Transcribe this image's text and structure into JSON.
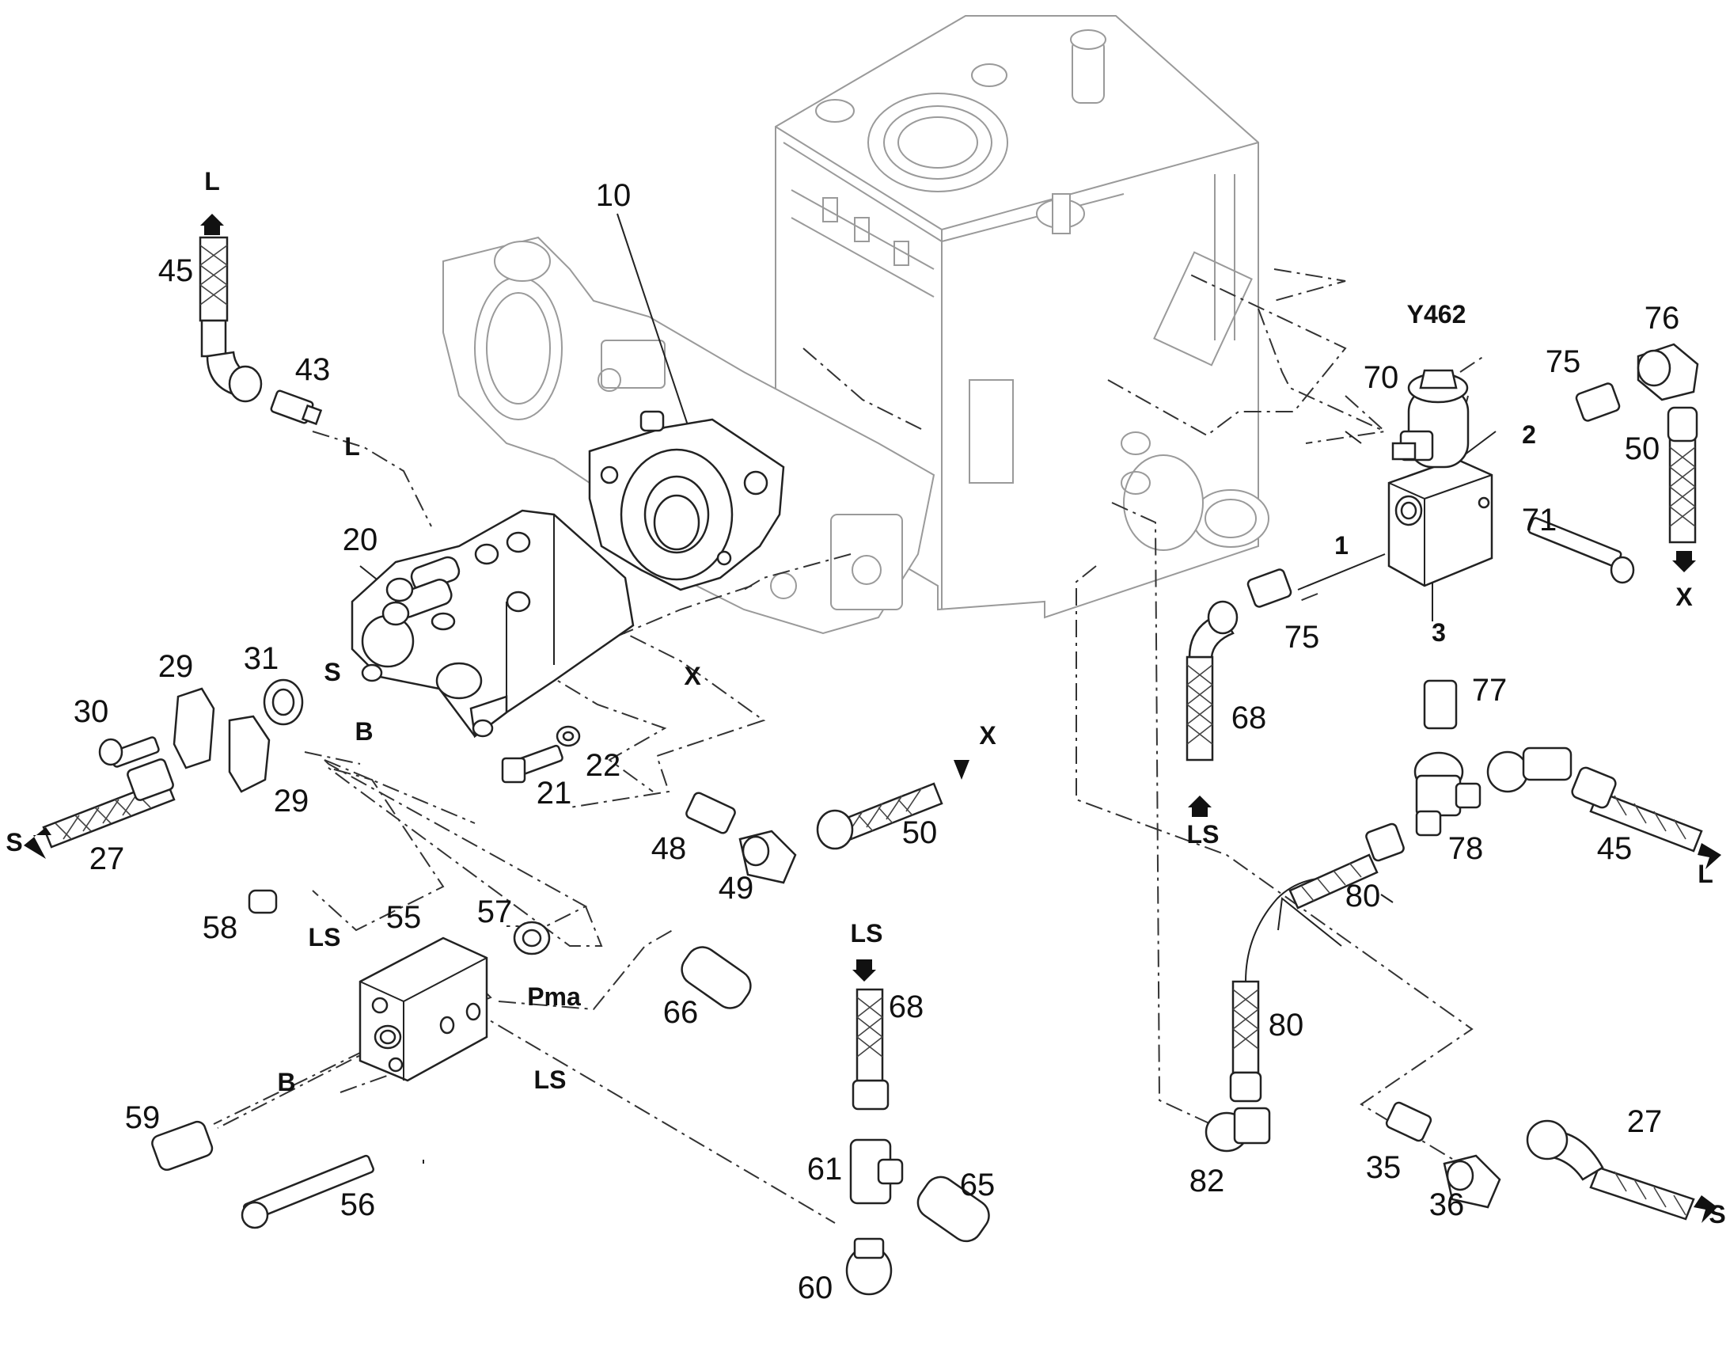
{
  "diagram": {
    "component_ref": "Y462",
    "part_numbers": {
      "p10": "10",
      "p20": "20",
      "p21": "21",
      "p22": "22",
      "p27a": "27",
      "p27b": "27",
      "p29a": "29",
      "p29b": "29",
      "p30": "30",
      "p31": "31",
      "p35": "35",
      "p36": "36",
      "p43": "43",
      "p45a": "45",
      "p45b": "45",
      "p48": "48",
      "p49": "49",
      "p50a": "50",
      "p50b": "50",
      "p55": "55",
      "p56": "56",
      "p57": "57",
      "p58": "58",
      "p59": "59",
      "p60": "60",
      "p61": "61",
      "p65": "65",
      "p66": "66",
      "p68a": "68",
      "p68b": "68",
      "p70": "70",
      "p71": "71",
      "p75a": "75",
      "p75b": "75",
      "p76": "76",
      "p77": "77",
      "p78": "78",
      "p80a": "80",
      "p80b": "80",
      "p82": "82"
    },
    "port_labels": {
      "L": "L",
      "S": "S",
      "X": "X",
      "B": "B",
      "LS": "LS",
      "Pma": "Pma",
      "n1": "1",
      "n2": "2",
      "n3": "3"
    }
  }
}
